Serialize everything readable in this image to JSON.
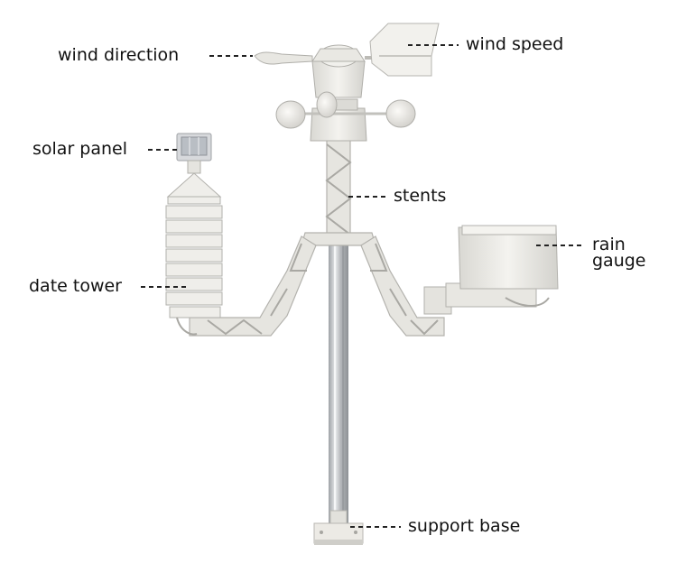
{
  "labels": {
    "wind_direction": "wind direction",
    "wind_speed": "wind speed",
    "solar_panel": "solar panel",
    "stents": "stents",
    "rain_gauge_line1": "rain",
    "rain_gauge_line2": "gauge",
    "date_tower": "date tower",
    "support_base": "support base"
  },
  "colors": {
    "plastic": "#ecebe7",
    "plastic_shadow": "#c9c8c3",
    "plastic_edge": "#a9a8a3",
    "pole": "#c4c6c8",
    "text": "#111111"
  }
}
